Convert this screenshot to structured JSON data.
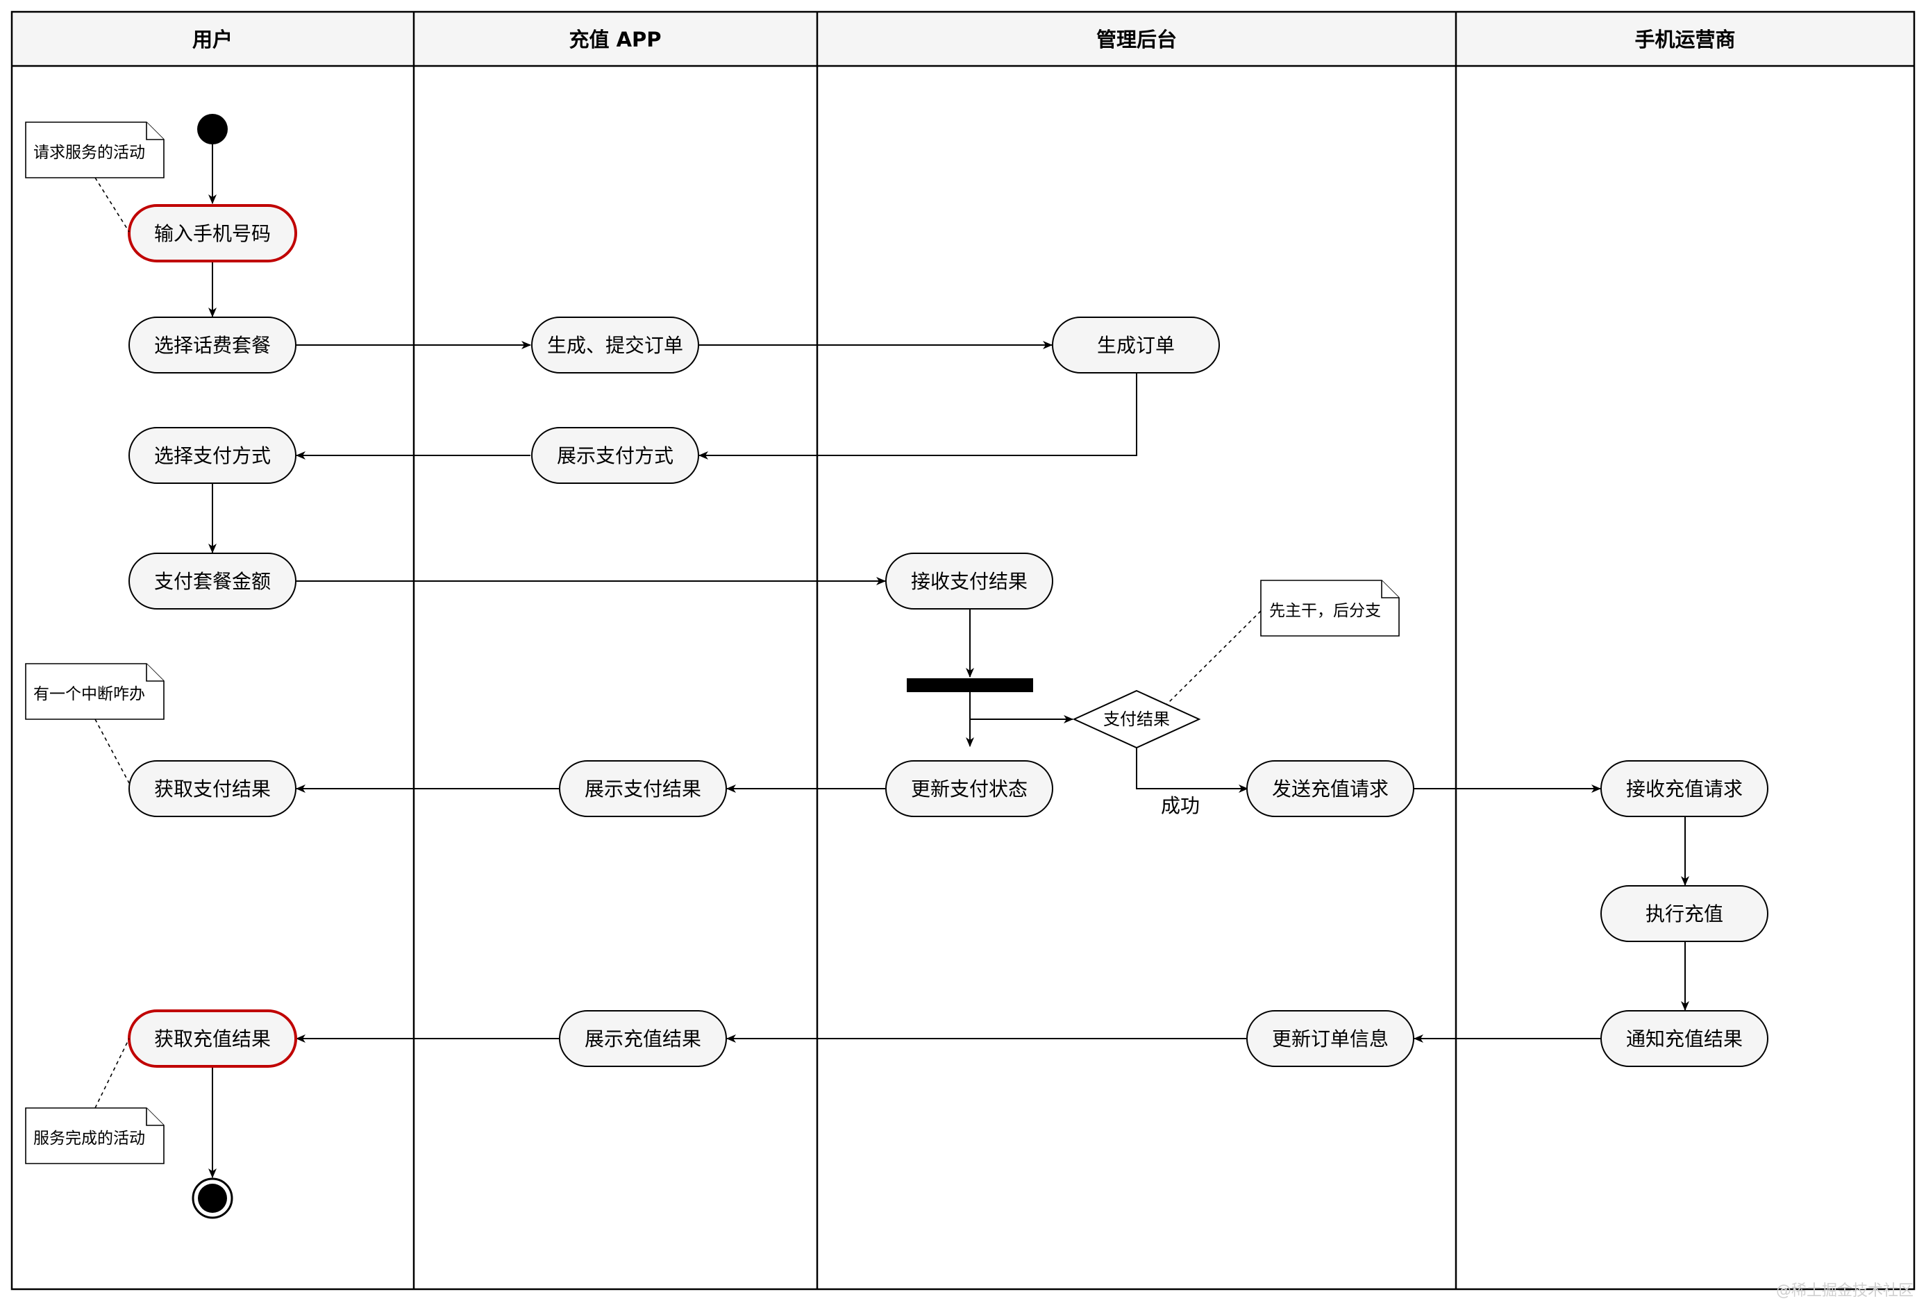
{
  "lanes": [
    "用户",
    "充值 APP",
    "管理后台",
    "手机运营商"
  ],
  "activities": {
    "input_phone": "输入手机号码",
    "select_plan": "选择话费套餐",
    "gen_submit_order": "生成、提交订单",
    "gen_order": "生成订单",
    "select_pay_method": "选择支付方式",
    "show_pay_method": "展示支付方式",
    "pay_amount": "支付套餐金额",
    "receive_pay_result": "接收支付结果",
    "get_pay_result": "获取支付结果",
    "show_pay_result": "展示支付结果",
    "update_pay_status": "更新支付状态",
    "send_recharge_request": "发送充值请求",
    "receive_recharge_request": "接收充值请求",
    "do_recharge": "执行充值",
    "notify_recharge_result": "通知充值结果",
    "update_order_info": "更新订单信息",
    "show_recharge_result": "展示充值结果",
    "get_recharge_result": "获取充值结果"
  },
  "decision": {
    "label": "支付结果",
    "branch_label": "成功"
  },
  "notes": {
    "request_service": "请求服务的活动",
    "interrupt": "有一个中断咋办",
    "service_done": "服务完成的活动",
    "main_then_branch": "先主干，后分支"
  },
  "watermark": "@稀土掘金技术社区",
  "colors": {
    "highlight_border": "#c00000",
    "activity_fill": "#f5f5f5",
    "header_fill": "#f5f5f5"
  }
}
